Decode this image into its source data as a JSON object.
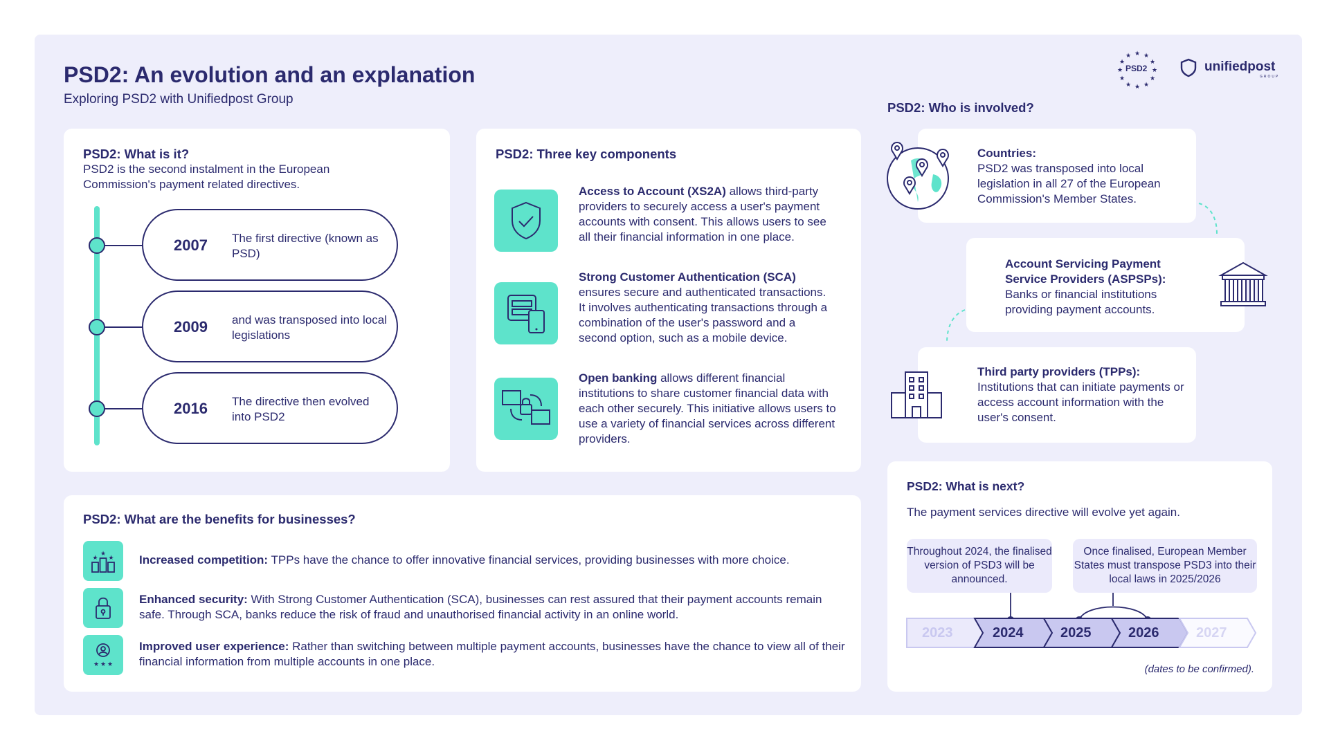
{
  "header": {
    "title": "PSD2: An evolution and an explanation",
    "subtitle": "Exploring PSD2 with Unifiedpost Group",
    "psd2_badge": "PSD2",
    "brand": "unifiedpost",
    "brand_tag": "GROUP"
  },
  "what_is_it": {
    "title": "PSD2: What is it?",
    "description": "PSD2 is the second instalment in the European Commission's payment related directives.",
    "timeline": [
      {
        "year": "2007",
        "text": "The first directive (known as PSD)"
      },
      {
        "year": "2009",
        "text": "and was transposed into local legislations"
      },
      {
        "year": "2016",
        "text": "The directive then evolved into PSD2"
      }
    ]
  },
  "components": {
    "title": "PSD2: Three key components",
    "items": [
      {
        "lead": "Access to Account (XS2A)",
        "text": " allows third-party providers to securely access a user's payment accounts with consent. This allows users to see all their financial information in one place.",
        "icon": "shield-check-icon"
      },
      {
        "lead": "Strong Customer Authentication (SCA)",
        "text": " ensures secure and authenticated transactions. It involves authenticating transactions through a combination of the user's password and a second option, such as a mobile device.",
        "icon": "password-phone-icon"
      },
      {
        "lead": "Open banking",
        "text": " allows different financial institutions to share customer financial data with each other securely. This initiative allows users to use a variety of financial services across different providers.",
        "icon": "screens-lock-icon"
      }
    ]
  },
  "who": {
    "title": "PSD2: Who is involved?",
    "items": [
      {
        "lead": "Countries:",
        "text": "PSD2 was transposed into local legislation in all 27 of the European Commission's Member States.",
        "icon": "globe-pins-icon"
      },
      {
        "lead": "Account Servicing Payment Service Providers (ASPSPs):",
        "text": "Banks or financial institutions providing payment accounts.",
        "icon": "bank-icon"
      },
      {
        "lead": "Third party providers (TPPs):",
        "text": "Institutions that can initiate payments or access account information with the user's consent.",
        "icon": "building-icon"
      }
    ]
  },
  "benefits": {
    "title": "PSD2: What are the benefits for businesses?",
    "items": [
      {
        "lead": "Increased competition:",
        "text": " TPPs have the chance to offer innovative financial services, providing businesses with more choice.",
        "icon": "podium-stars-icon"
      },
      {
        "lead": "Enhanced security:",
        "text": " With Strong Customer Authentication (SCA), businesses can rest assured that their payment accounts remain safe. Through SCA, banks reduce the risk of fraud and unauthorised financial activity in an online world.",
        "icon": "padlock-icon"
      },
      {
        "lead": "Improved user experience:",
        "text": " Rather than switching between multiple payment accounts, businesses have the chance to view all of their financial information from multiple accounts in one place.",
        "icon": "user-rating-icon"
      }
    ]
  },
  "next": {
    "title": "PSD2: What is next?",
    "description": "The payment services directive will evolve yet again.",
    "note_left": "Throughout 2024, the finalised version of PSD3 will be announced.",
    "note_right": "Once finalised, European Member States must transpose PSD3 into their local laws in 2025/2026",
    "years": [
      "2023",
      "2024",
      "2025",
      "2026",
      "2027"
    ],
    "footnote": "(dates to be confirmed)."
  },
  "colors": {
    "navy": "#2b2a6e",
    "teal": "#5ee3cb",
    "background": "#eeeefb",
    "active_year": "#c9c8f0",
    "inactive_year": "#ebeafb"
  }
}
